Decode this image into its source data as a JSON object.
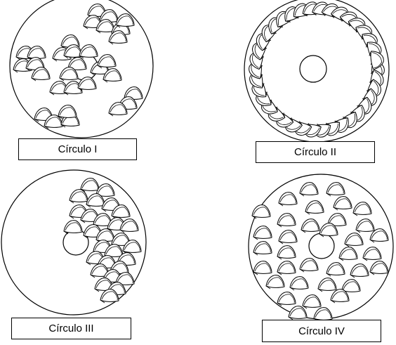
{
  "panels": [
    {
      "label": "Círculo I",
      "pattern": "scattered clusters",
      "ring_color": "#000000"
    },
    {
      "label": "Círculo II",
      "pattern": "along the edge",
      "ring_color": "#000000"
    },
    {
      "label": "Círculo III",
      "pattern": "concentrated on right half",
      "ring_color": "#000000"
    },
    {
      "label": "Círculo IV",
      "pattern": "evenly distributed",
      "ring_color": "#000000"
    }
  ]
}
